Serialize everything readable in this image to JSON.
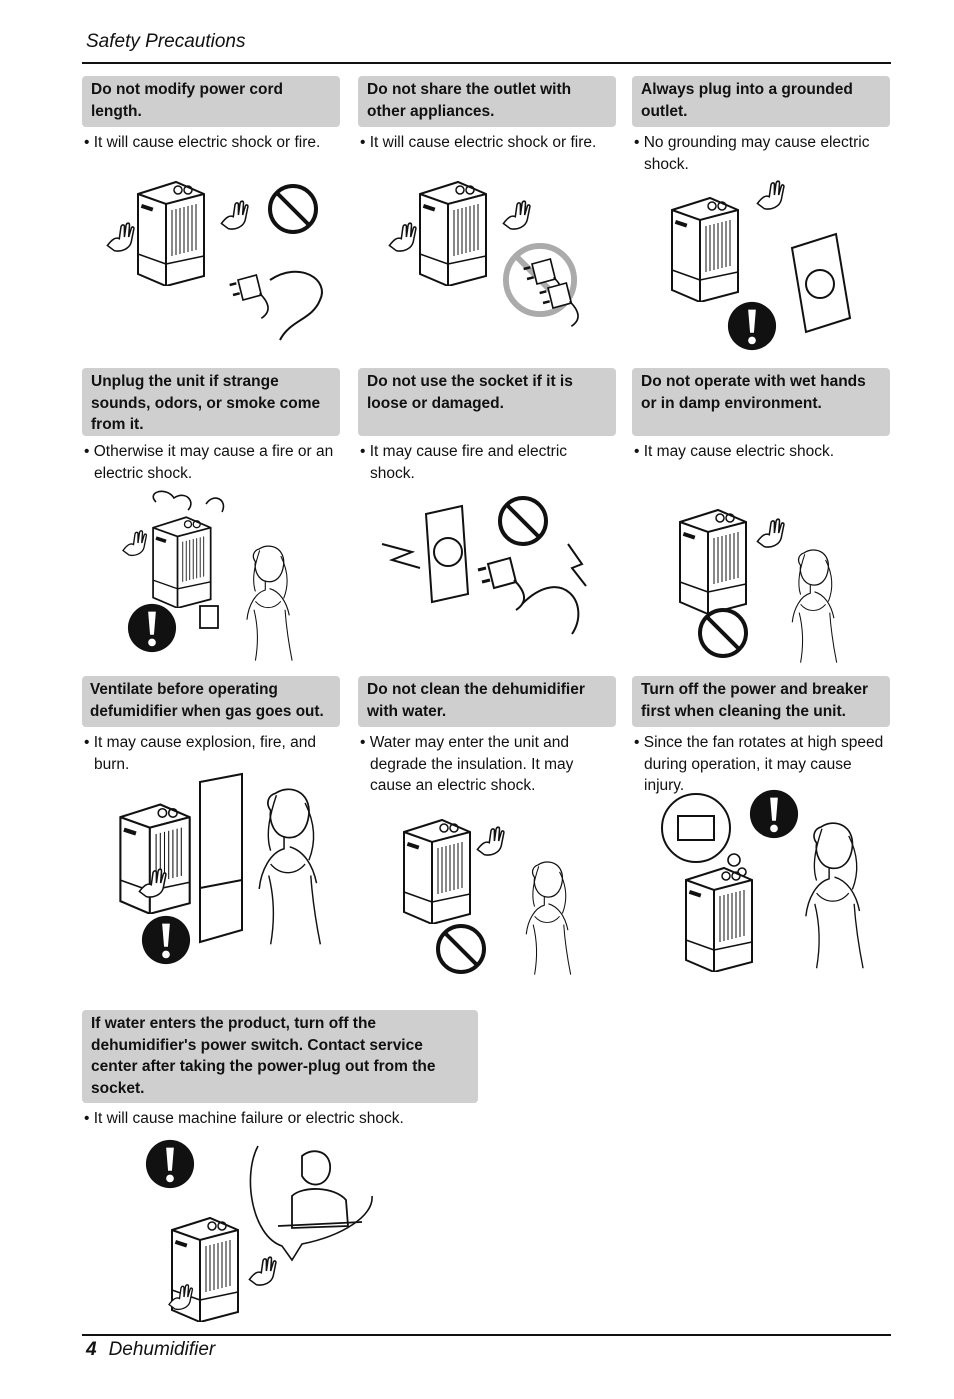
{
  "header": {
    "title": "Safety  Precautions"
  },
  "footer": {
    "page_number": "4",
    "label": "Dehumidifier"
  },
  "cells": [
    {
      "title": "Do not modify power cord length.",
      "desc": "• It will cause electric shock or fire."
    },
    {
      "title": "Do not share the outlet with other appliances.",
      "desc": "• It will cause electric shock or fire."
    },
    {
      "title": "Always plug into a grounded outlet.",
      "desc": "• No grounding may cause electric shock."
    },
    {
      "title": "Unplug the unit if strange sounds, odors, or smoke come from it.",
      "desc": "• Otherwise it may cause a fire or an electric shock."
    },
    {
      "title": "Do not use the socket if it is loose or damaged.",
      "desc": "• It may cause fire and electric shock."
    },
    {
      "title": "Do not operate with wet hands or in damp environment.",
      "desc": "• It may cause electric shock."
    },
    {
      "title": "Ventilate before operating defumidifier when gas goes out.",
      "desc": "• It may cause explosion, fire, and burn."
    },
    {
      "title": "Do not clean the dehumidifier with water.",
      "desc": "• Water may enter the unit and degrade the insulation. It may cause an electric shock."
    },
    {
      "title": "Turn off the power and breaker first when cleaning the unit.",
      "desc": "• Since the fan rotates at high speed during operation, it may cause injury."
    },
    {
      "title": "If water enters the product, turn off the dehumidifier's power switch. Contact service center after taking the power-plug out from the socket.",
      "desc": "• It will cause machine failure or electric shock."
    }
  ]
}
